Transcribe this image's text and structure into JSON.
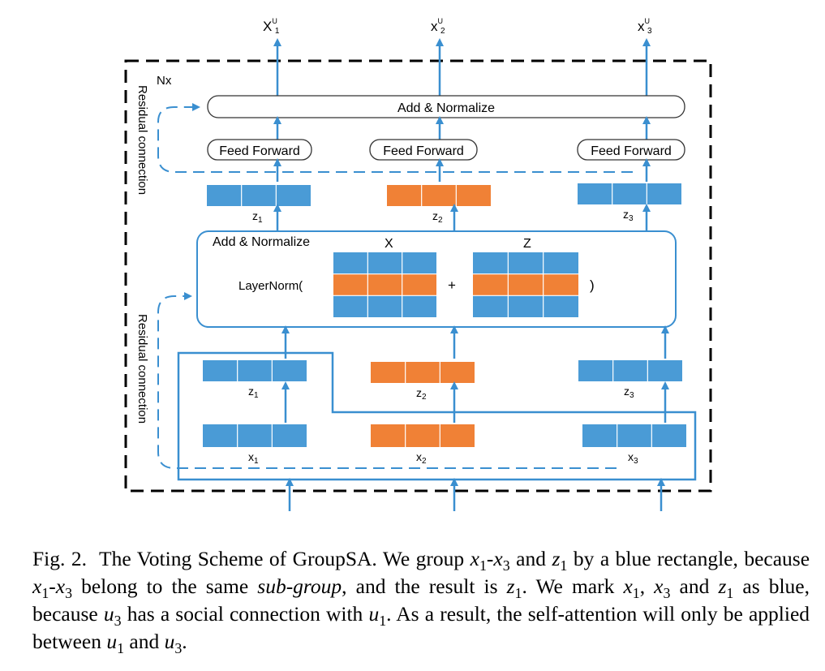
{
  "diagram": {
    "outputs": [
      {
        "label": "X",
        "sup": "U",
        "sub": "1"
      },
      {
        "label": "x",
        "sup": "U",
        "sub": "2"
      },
      {
        "label": "x",
        "sup": "U",
        "sub": "3"
      }
    ],
    "nx_label": "Nx",
    "residual_label": "Residual connection",
    "add_normalize_top": "Add & Normalize",
    "feed_forward_label": "Feed Forward",
    "upper_z": [
      {
        "label": "z",
        "sub": "1",
        "color": "#4a9bd6"
      },
      {
        "label": "z",
        "sub": "2",
        "color": "#f08136"
      },
      {
        "label": "z",
        "sub": "3",
        "color": "#4a9bd6"
      }
    ],
    "add_normalize_mid": "Add & Normalize",
    "layernorm_open": "LayerNorm(",
    "plus_sign": "+",
    "close_paren": ")",
    "matrix_x_label": "X",
    "matrix_z_label": "Z",
    "matrix_rows": [
      "#4a9bd6",
      "#f08136",
      "#4a9bd6"
    ],
    "lower_z": [
      {
        "label": "z",
        "sub": "1",
        "color": "#4a9bd6"
      },
      {
        "label": "z",
        "sub": "2",
        "color": "#f08136"
      },
      {
        "label": "z",
        "sub": "3",
        "color": "#4a9bd6"
      }
    ],
    "inputs_x": [
      {
        "label": "x",
        "sub": "1",
        "color": "#4a9bd6"
      },
      {
        "label": "x",
        "sub": "2",
        "color": "#f08136"
      },
      {
        "label": "x",
        "sub": "3",
        "color": "#4a9bd6"
      }
    ],
    "colors": {
      "blue": "#4a9bd6",
      "orange": "#f08136",
      "line": "#3a8fd0",
      "frame": "#000000"
    }
  },
  "caption": {
    "prefix": "Fig. 2.",
    "t1": "The Voting Scheme of GroupSA. We group",
    "t2": "-",
    "t3": "and",
    "t4": "by a blue rectangle, because",
    "t5": "-",
    "t6": "belong to the same",
    "t7": "sub-group",
    "t8": ", and the result is",
    "t9": ". We mark",
    "t10": ",",
    "t11": "and",
    "t12": "as blue, because",
    "t13": "has a social connection with",
    "t14": ". As a result, the self-attention will only be applied between",
    "t15": "and",
    "t16": ".",
    "vars": {
      "x": "x",
      "z": "z",
      "u": "u",
      "s1": "1",
      "s3": "3"
    }
  }
}
